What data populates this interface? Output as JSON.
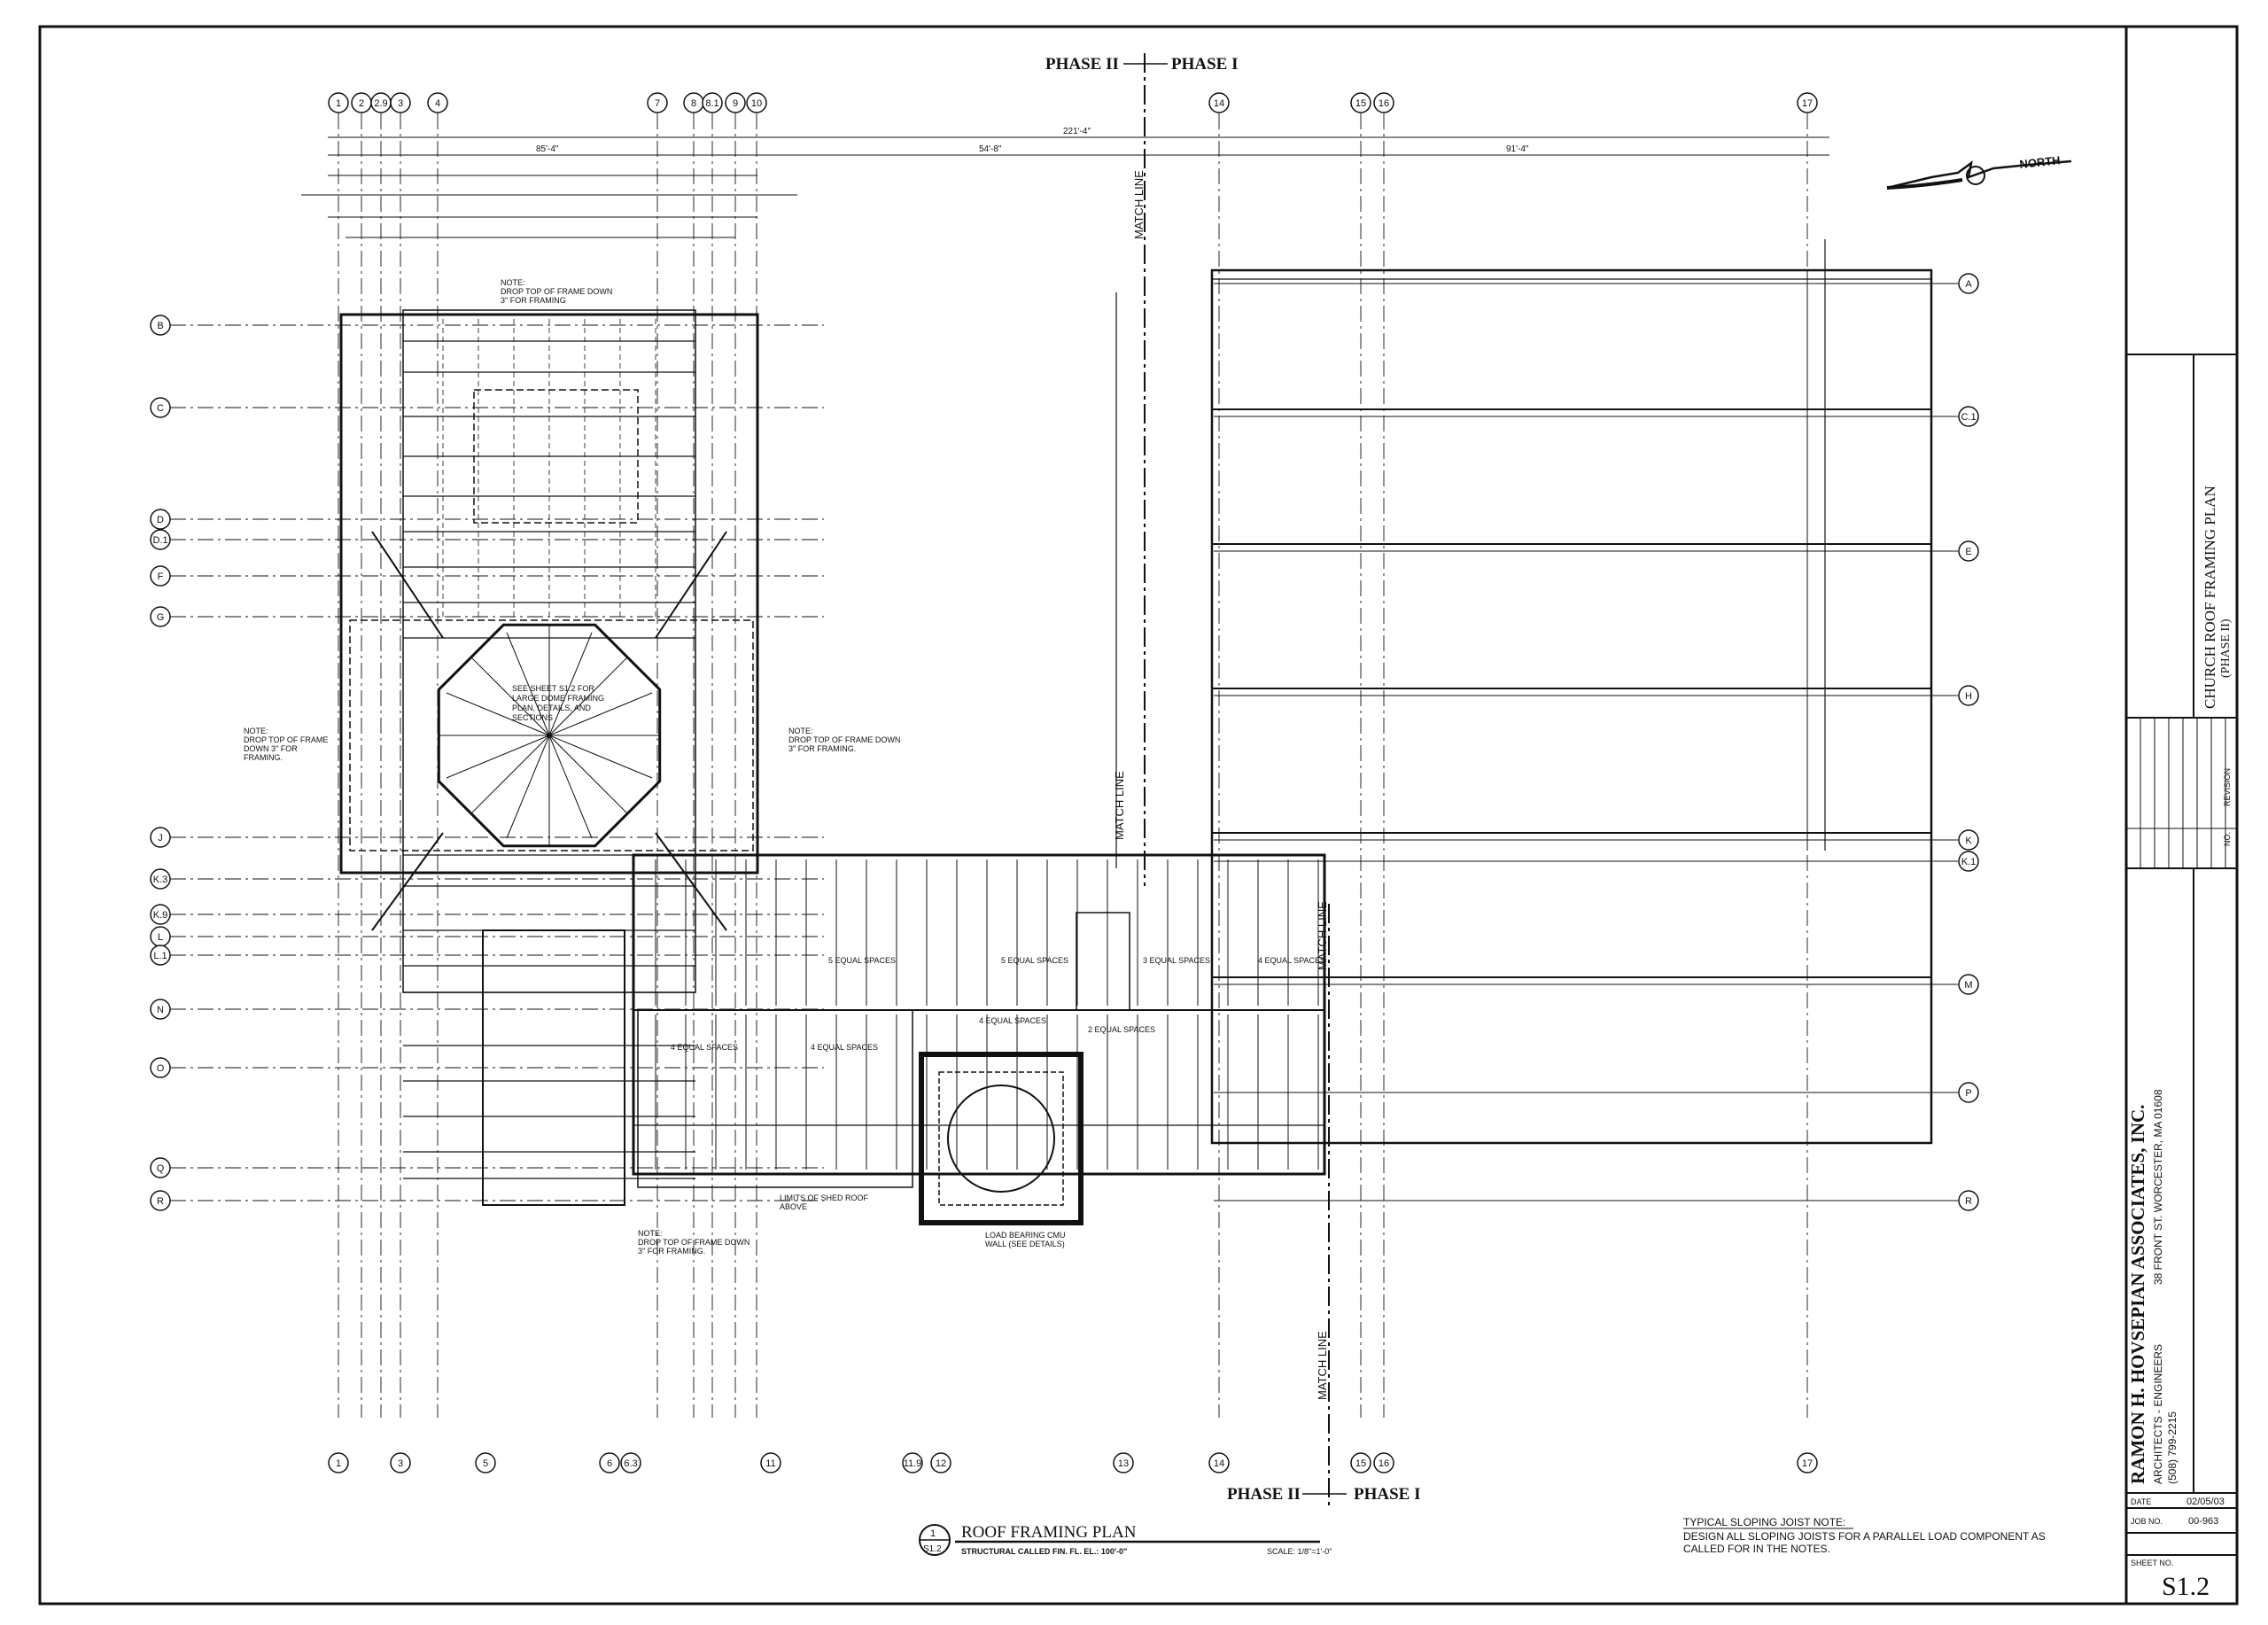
{
  "phase_labels": {
    "top_left": "PHASE II",
    "top_right": "PHASE I",
    "bottom_left": "PHASE II",
    "bottom_right": "PHASE I"
  },
  "north_label": "NORTH",
  "match_line": "MATCH LINE",
  "dims": {
    "overall": "221'-4\"",
    "left": "85'-4\"",
    "mid": "54'-8\"",
    "right": "91'-4\""
  },
  "grid_columns_top": [
    "1",
    "2",
    "2.9",
    "3",
    "4",
    "7",
    "8",
    "8.1",
    "9",
    "10",
    "14",
    "15",
    "16",
    "17"
  ],
  "grid_columns_bottom": [
    "1",
    "3",
    "5",
    "6",
    "6.3",
    "11",
    "11.9",
    "12",
    "13",
    "14",
    "15",
    "16",
    "17"
  ],
  "grid_rows_left": [
    "B",
    "C",
    "D",
    "D.1",
    "F",
    "G",
    "J",
    "K.3",
    "K.9",
    "L",
    "L.1",
    "N",
    "O",
    "Q",
    "R"
  ],
  "grid_rows_right": [
    "A",
    "C.1",
    "E",
    "H",
    "K",
    "K.1",
    "M",
    "P",
    "R"
  ],
  "notes": {
    "n1": [
      "NOTE:",
      "DROP TOP OF FRAME DOWN",
      "3\" FOR FRAMING"
    ],
    "n2": [
      "NOTE:",
      "DROP TOP OF FRAME",
      "DOWN 3\" FOR",
      "FRAMING."
    ],
    "n3": [
      "NOTE:",
      "DROP TOP OF FRAME DOWN",
      "3\" FOR FRAMING."
    ],
    "n4": [
      "NOTE:",
      "DROP TOP OF FRAME DOWN",
      "3\" FOR FRAMING."
    ],
    "dome": [
      "SEE SHEET S1.2 FOR",
      "LARGE DOME FRAMING",
      "PLAN, DETAILS, AND",
      "SECTIONS"
    ],
    "shed": [
      "LIMITS OF SHED ROOF",
      "ABOVE"
    ],
    "cmu": [
      "LOAD BEARING CMU",
      "WALL (SEE DETAILS)"
    ]
  },
  "spaces": [
    "5 EQUAL SPACES",
    "5 EQUAL SPACES",
    "3 EQUAL SPACES",
    "4 EQUAL SPACES",
    "4 EQUAL SPACES",
    "4 EQUAL SPACES",
    "4 EQUAL SPACES",
    "2 EQUAL SPACES"
  ],
  "plan_title": {
    "tag": "1",
    "sheet": "S1.2",
    "title": "ROOF FRAMING PLAN",
    "sub": "STRUCTURAL CALLED FIN. FL. EL.: 100'-0\"",
    "scale": "SCALE: 1/8\"=1'-0\""
  },
  "typical_note": {
    "heading": "TYPICAL SLOPING JOIST NOTE:",
    "line1": "DESIGN ALL SLOPING JOISTS FOR A PARALLEL LOAD COMPONENT AS",
    "line2": "CALLED FOR IN THE NOTES."
  },
  "title_block": {
    "drawing_title": "CHURCH ROOF FRAMING PLAN",
    "drawing_sub": "(PHASE II)",
    "revision_no": "NO.",
    "revision": "REVISION",
    "firm": "RAMON H. HOVSEPIAN ASSOCIATES, INC.",
    "firm_line2": "ARCHITECTS - ENGINEERS",
    "address": "38 FRONT ST. WORCESTER, MA 01608",
    "phone": "(508) 799-2215",
    "date_label": "DATE",
    "date": "02/05/03",
    "job_label": "JOB NO.",
    "job": "00-963",
    "sheet_label": "SHEET NO.",
    "sheet_no": "S1.2"
  }
}
